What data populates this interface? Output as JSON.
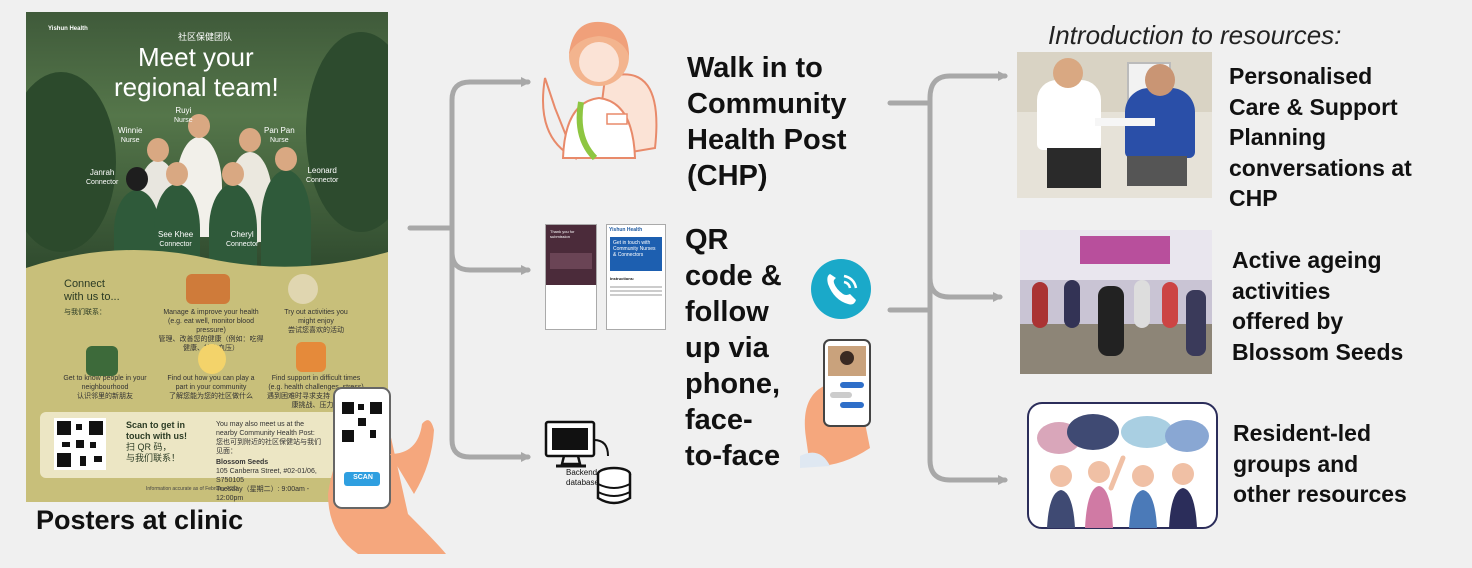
{
  "heading_resources": "Introduction to resources:",
  "poster": {
    "caption": "Posters at clinic",
    "brand": "Yishun Health",
    "chinese_title": "社区保健团队",
    "title_line1": "Meet your",
    "title_line2": "regional team!",
    "team": [
      {
        "name": "Winnie",
        "role": "Nurse"
      },
      {
        "name": "Ruyi",
        "role": "Nurse"
      },
      {
        "name": "Pan Pan",
        "role": "Nurse"
      },
      {
        "name": "Janrah",
        "role": "Connector"
      },
      {
        "name": "Leonard",
        "role": "Connector"
      },
      {
        "name": "See Khee",
        "role": "Connector"
      },
      {
        "name": "Cheryl",
        "role": "Connector"
      }
    ],
    "connect_line1": "Connect",
    "connect_line2": "with us to...",
    "connect_chinese": "与我们联系：",
    "items": [
      {
        "text": "Manage & improve your health (e.g. eat well, monitor blood pressure)",
        "chinese": "管理、改善您的健康（例如：吃得健康、检查血压）"
      },
      {
        "text": "Try out activities you might enjoy",
        "chinese": "尝试您喜欢的活动"
      },
      {
        "text": "Get to know people in your neighbourhood",
        "chinese": "认识邻里的新朋友"
      },
      {
        "text": "Find out how you can play a part in your community",
        "chinese": "了解您能为您的社区做什么"
      },
      {
        "text": "Find support in difficult times (e.g. health challenges, stress)",
        "chinese": "遇到困难时寻求支持（例如：健康挑战、压力）"
      }
    ],
    "scan_line1": "Scan to get in",
    "scan_line2": "touch with us!",
    "scan_chinese1": "扫 QR 码，",
    "scan_chinese2": "与我们联系！",
    "meet_text": "You may also meet us at the nearby Community Health Post:",
    "meet_chinese": "您也可到附近的社区保健站与我们见面：",
    "venue": "Blossom Seeds",
    "address": "105 Canberra Street, #02-01/06, S750105",
    "hours": "Tuesday（星期二）: 9:00am - 12:00pm",
    "footer": "Information accurate as of February 2023",
    "phone_button": "SCAN"
  },
  "flow": {
    "walk_in": [
      "Walk in to",
      "Community",
      "Health Post",
      "(CHP)"
    ],
    "qr": [
      "QR",
      "code &",
      "follow",
      "up via",
      "phone,",
      "face-",
      "to-face"
    ],
    "backend_label": [
      "Backend",
      "database"
    ],
    "form_brand": "Yishun Health",
    "form_heading": "Get in touch with Community Nurses & Connectors",
    "form_section": "Instructions:",
    "form_left_title": "Thank you for submission"
  },
  "resources": [
    {
      "lines": [
        "Personalised",
        "Care & Support",
        "Planning",
        "conversations at",
        "CHP"
      ]
    },
    {
      "lines": [
        "Active ageing",
        "activities",
        "offered by",
        "Blossom Seeds"
      ]
    },
    {
      "lines": [
        "Resident-led",
        "groups and",
        "other resources"
      ]
    }
  ],
  "colors": {
    "arrow": "#a8a8a8",
    "poster_bg": "#c8bf7a",
    "poster_green": "#2f5a3a",
    "phone_teal": "#1aa9c9"
  }
}
